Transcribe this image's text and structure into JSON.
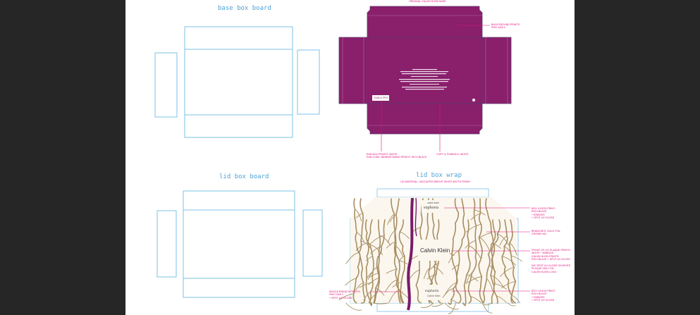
{
  "titles": {
    "base_board": "base box board",
    "lid_board": "lid box board",
    "lid_wrap": "lid box wrap"
  },
  "annotations": {
    "base_top": "ORIGINAL CALVIN KLEIN BASE",
    "ean_box": "EAN & FPO",
    "background": "BACKGROUND PRINTS:\nPMS 2426 C",
    "ean_print": "EAN BOX PRINTS: WHITE\nEAN CODE, BENEDETARND PRINTS: RICH BLACK",
    "copy_symbols": "COPY & SYMBOLS: WHITE",
    "lid_material": "LID MATERIAL: UNCOATED BRIGHT WHITE MATTE FINISH",
    "box_logos_top": "BOX LOGOS PRINT:\nRICH BLACK\n+ EMBOSS\n+ SPOT UV GLOSS",
    "branches": "BRANCHES: GOLD FOIL\nCROWN 444",
    "front_plaque": "FRONT OF LID PLAQUE PRINTS:\nWHITE + EMBOSS\nCALVIN KLEIN PRINTS:\nRICH BLACK + SPOT UV GLOSS\n\nINC SPOT UV GLOSS ON WHITE\nPLAQUE ONLY ON\nCALVIN KLEIN LOGO",
    "single_branch": "SINGLE BRANCH PRINTS:\nPMS 2426 C\n+ SPOT UV GLOSS",
    "box_logos_bottom": "BOX LOGOS PRINT:\nRICH BLACK\n+ EMBOSS\n+ SPOT UV GLOSS"
  },
  "lid_logos": {
    "badge_small": "calvin klein",
    "badge_top": "euphoria",
    "plaque": "Calvin Klein",
    "badge_bottom": "euphoria",
    "badge_bottom_brand": "Calvin Klein"
  },
  "colors": {
    "background_purple": "#8a1f6c",
    "branch_gold": "#a68e62",
    "single_branch_purple": "#7a1a6a",
    "annotation_magenta": "#e0107c",
    "dieline_blue": "#7dc1e6"
  }
}
